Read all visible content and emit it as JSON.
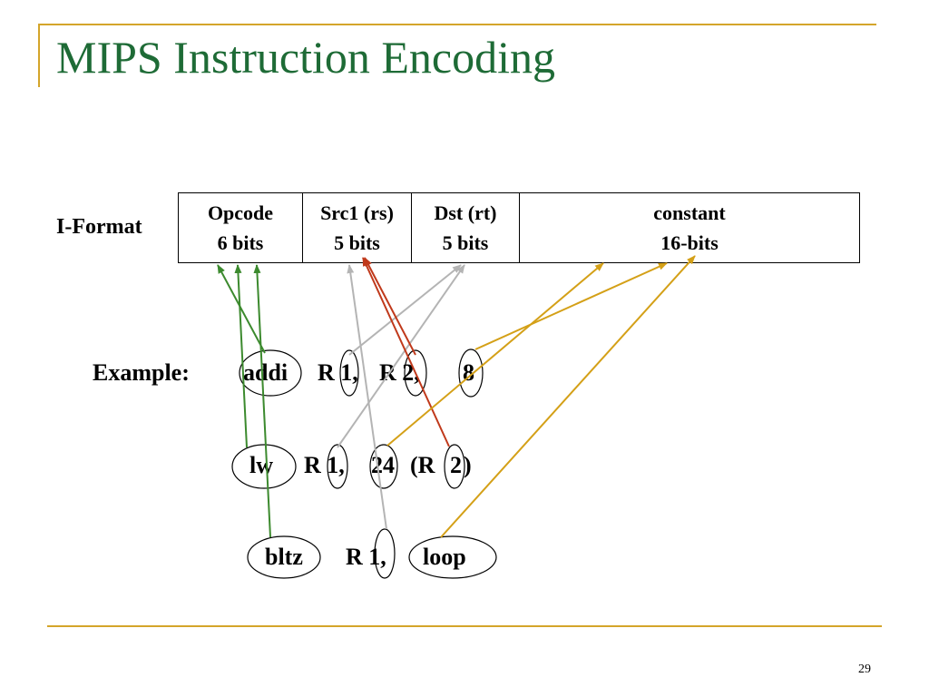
{
  "slide": {
    "title": "MIPS Instruction Encoding",
    "page_number": "29"
  },
  "format": {
    "label": "I-Format",
    "fields": [
      {
        "name": "Opcode",
        "bits": "6 bits"
      },
      {
        "name": "Src1 (rs)",
        "bits": "5 bits"
      },
      {
        "name": "Dst (rt)",
        "bits": "5 bits"
      },
      {
        "name": "constant",
        "bits": "16-bits"
      }
    ]
  },
  "examples": {
    "prefix": "Example:",
    "addi": {
      "op": "addi",
      "r1": "R 1,",
      "r2": "R 2,",
      "imm": "8"
    },
    "lw": {
      "op": "lw",
      "r1": "R 1,",
      "imm": "24",
      "base_open": "(R",
      "base_num": "2",
      "close": ")"
    },
    "bltz": {
      "op": "bltz",
      "r1": "R 1,",
      "label": "loop"
    }
  },
  "colors": {
    "title": "#1e6b36",
    "rule": "#d4a52a",
    "opcode_arrow": "#3c8a2e",
    "src_arrow": "#b4b4b4",
    "dst_arrow": "#b4b4b4",
    "imm_arrow": "#d4a017",
    "base_arrow": "#c0391b"
  }
}
